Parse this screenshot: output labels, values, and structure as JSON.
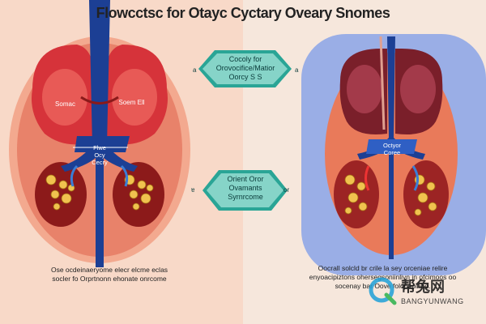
{
  "title": "Flowcctsc for Otayc Cyctary Oveary Snomes",
  "left_panel": {
    "label_left": "Somac",
    "label_right": "Soem Ell",
    "center_label": "Flwe\nOcy\nCecry",
    "caption": "Ose ocdeinaeryome elecr elcme eclas\nsocler fo Orprtnonn ehonate onrcome"
  },
  "center": {
    "box_top": "Cocoly for\nOrovocifice/Matior\nOorcy S S",
    "box_bottom": "Orient Oror\nOvamants\nSyrnrcome",
    "arrow_top_left": "a",
    "arrow_top_right": "a",
    "arrow_bottom_left": "ɐ",
    "arrow_bottom_right": "or"
  },
  "right_panel": {
    "center_label": "Octyor\nCoree",
    "caption": "Oocrall solcld br  crile la sey orceniae relire\nenyoacipiztons ohersegsoniinliyn in ofcimoos oo\nsocenay bar     Oove folopepinho."
  },
  "watermark": {
    "text": "帮兔网",
    "sub": "BANGYUNWANG"
  },
  "colors": {
    "left_bg": "#f8d9c8",
    "right_bg": "#f6e7dc",
    "vein_blue": "#1c3f94",
    "tissue_red": "#d93a3a",
    "box_teal": "#2aa596",
    "right_oval": "#9aaee6"
  }
}
